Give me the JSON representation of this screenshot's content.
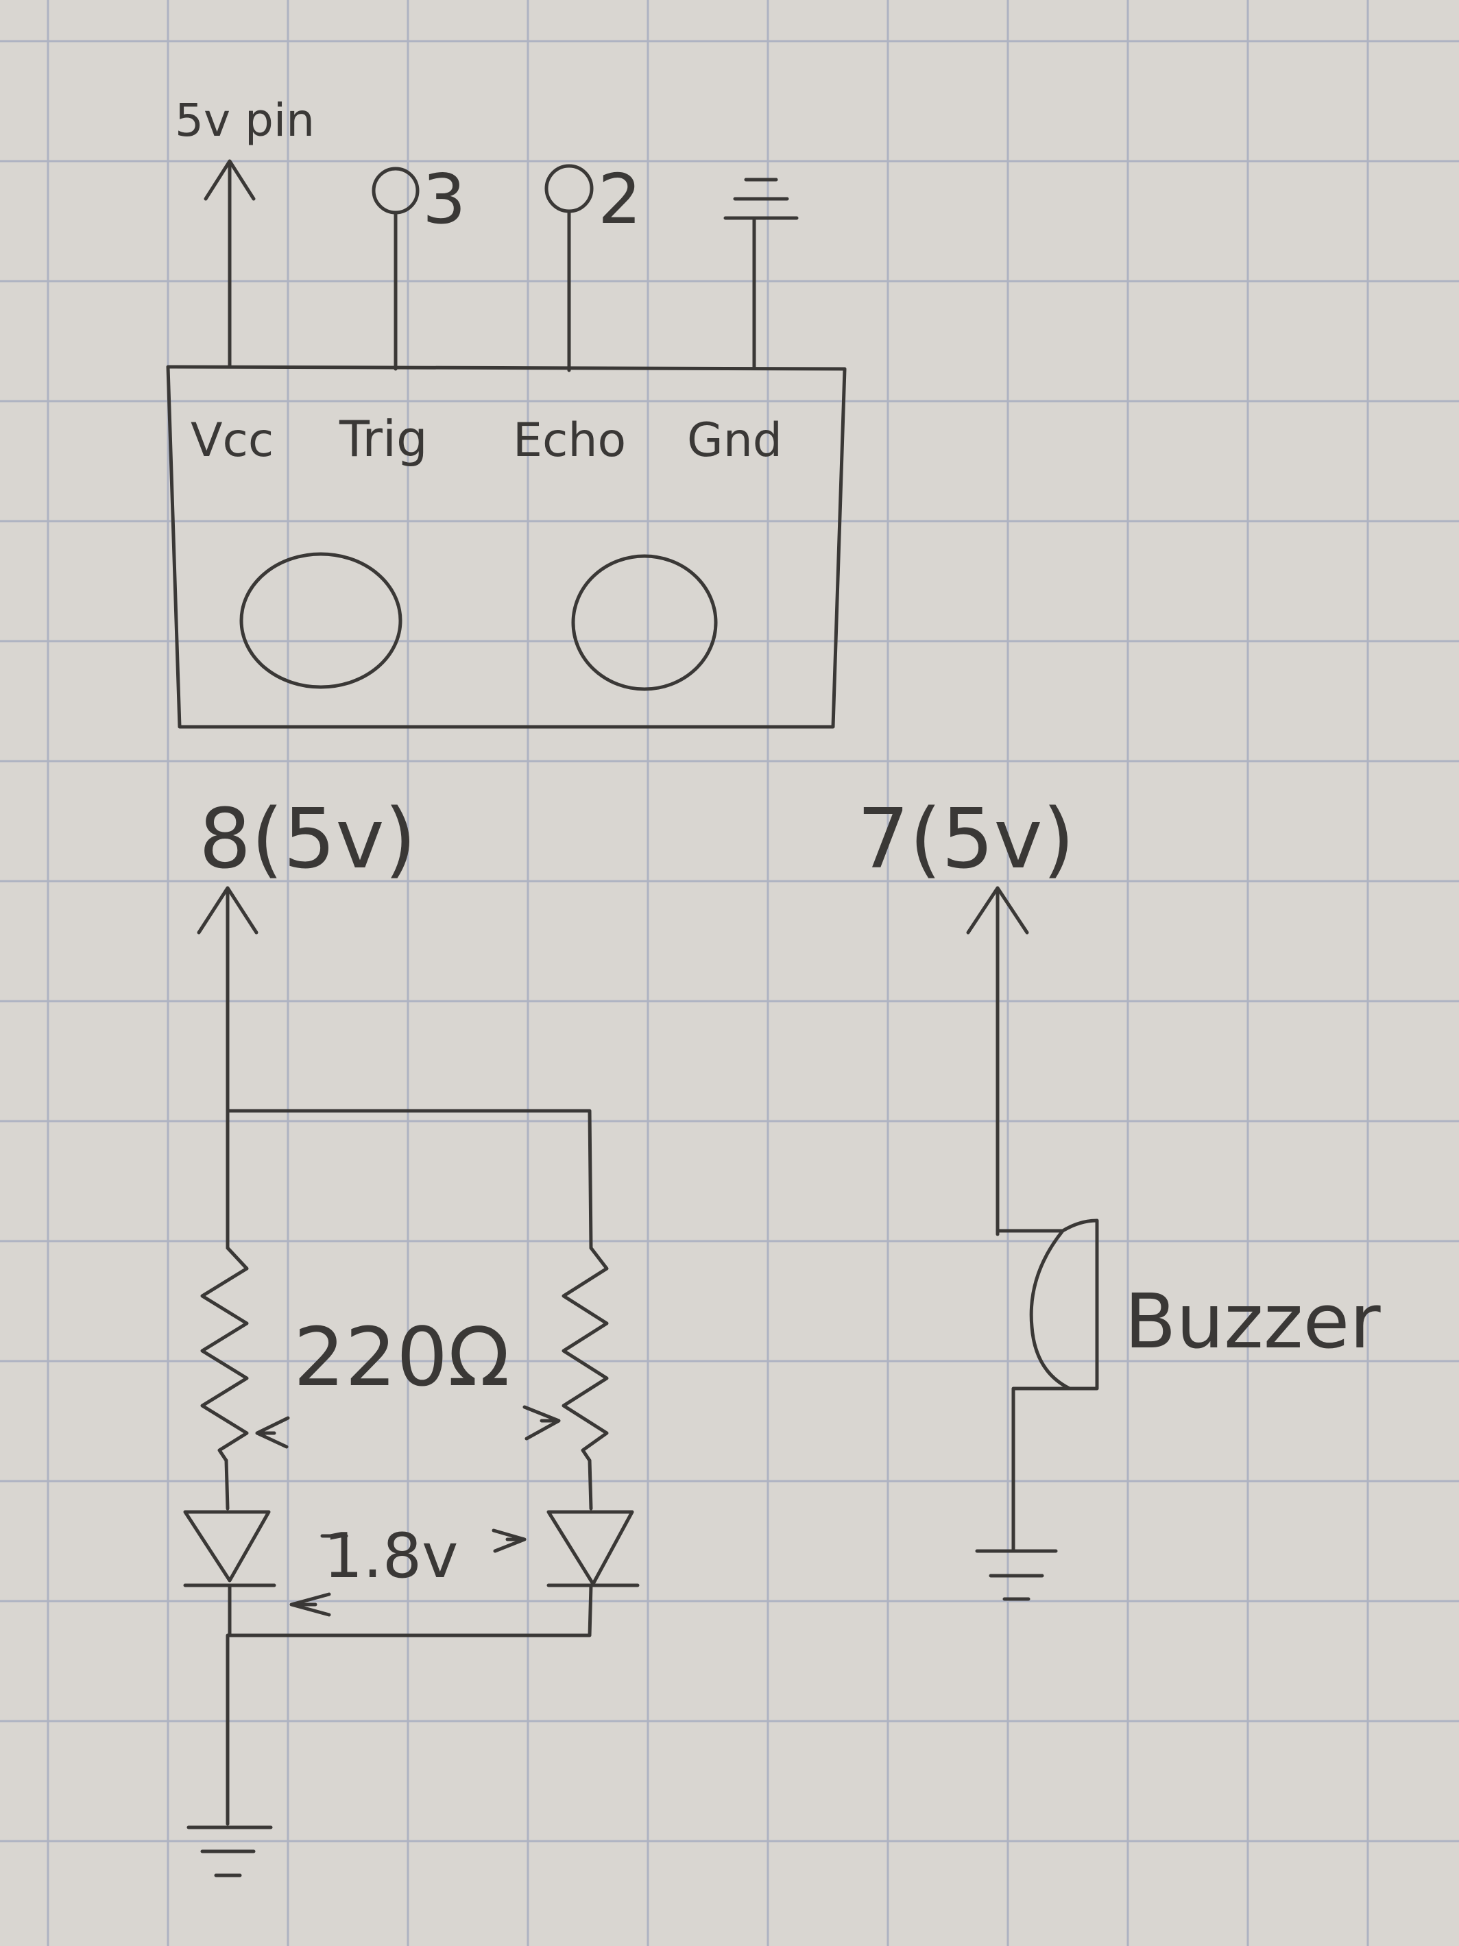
{
  "colors": {
    "paper": "#d9d6d1",
    "grid": "#aeb3c2",
    "ink": "#3a3836"
  },
  "sensor": {
    "supply_label": "5v pin",
    "trig_pin": "3",
    "echo_pin": "2",
    "pins": {
      "vcc": "Vcc",
      "trig": "Trig",
      "echo": "Echo",
      "gnd": "Gnd"
    }
  },
  "led_circuit": {
    "supply_label": "8(5v)",
    "resistor_label": "220Ω",
    "voltage_label": "1.8v"
  },
  "buzzer_circuit": {
    "supply_label": "7(5v)",
    "buzzer_label": "Buzzer"
  }
}
